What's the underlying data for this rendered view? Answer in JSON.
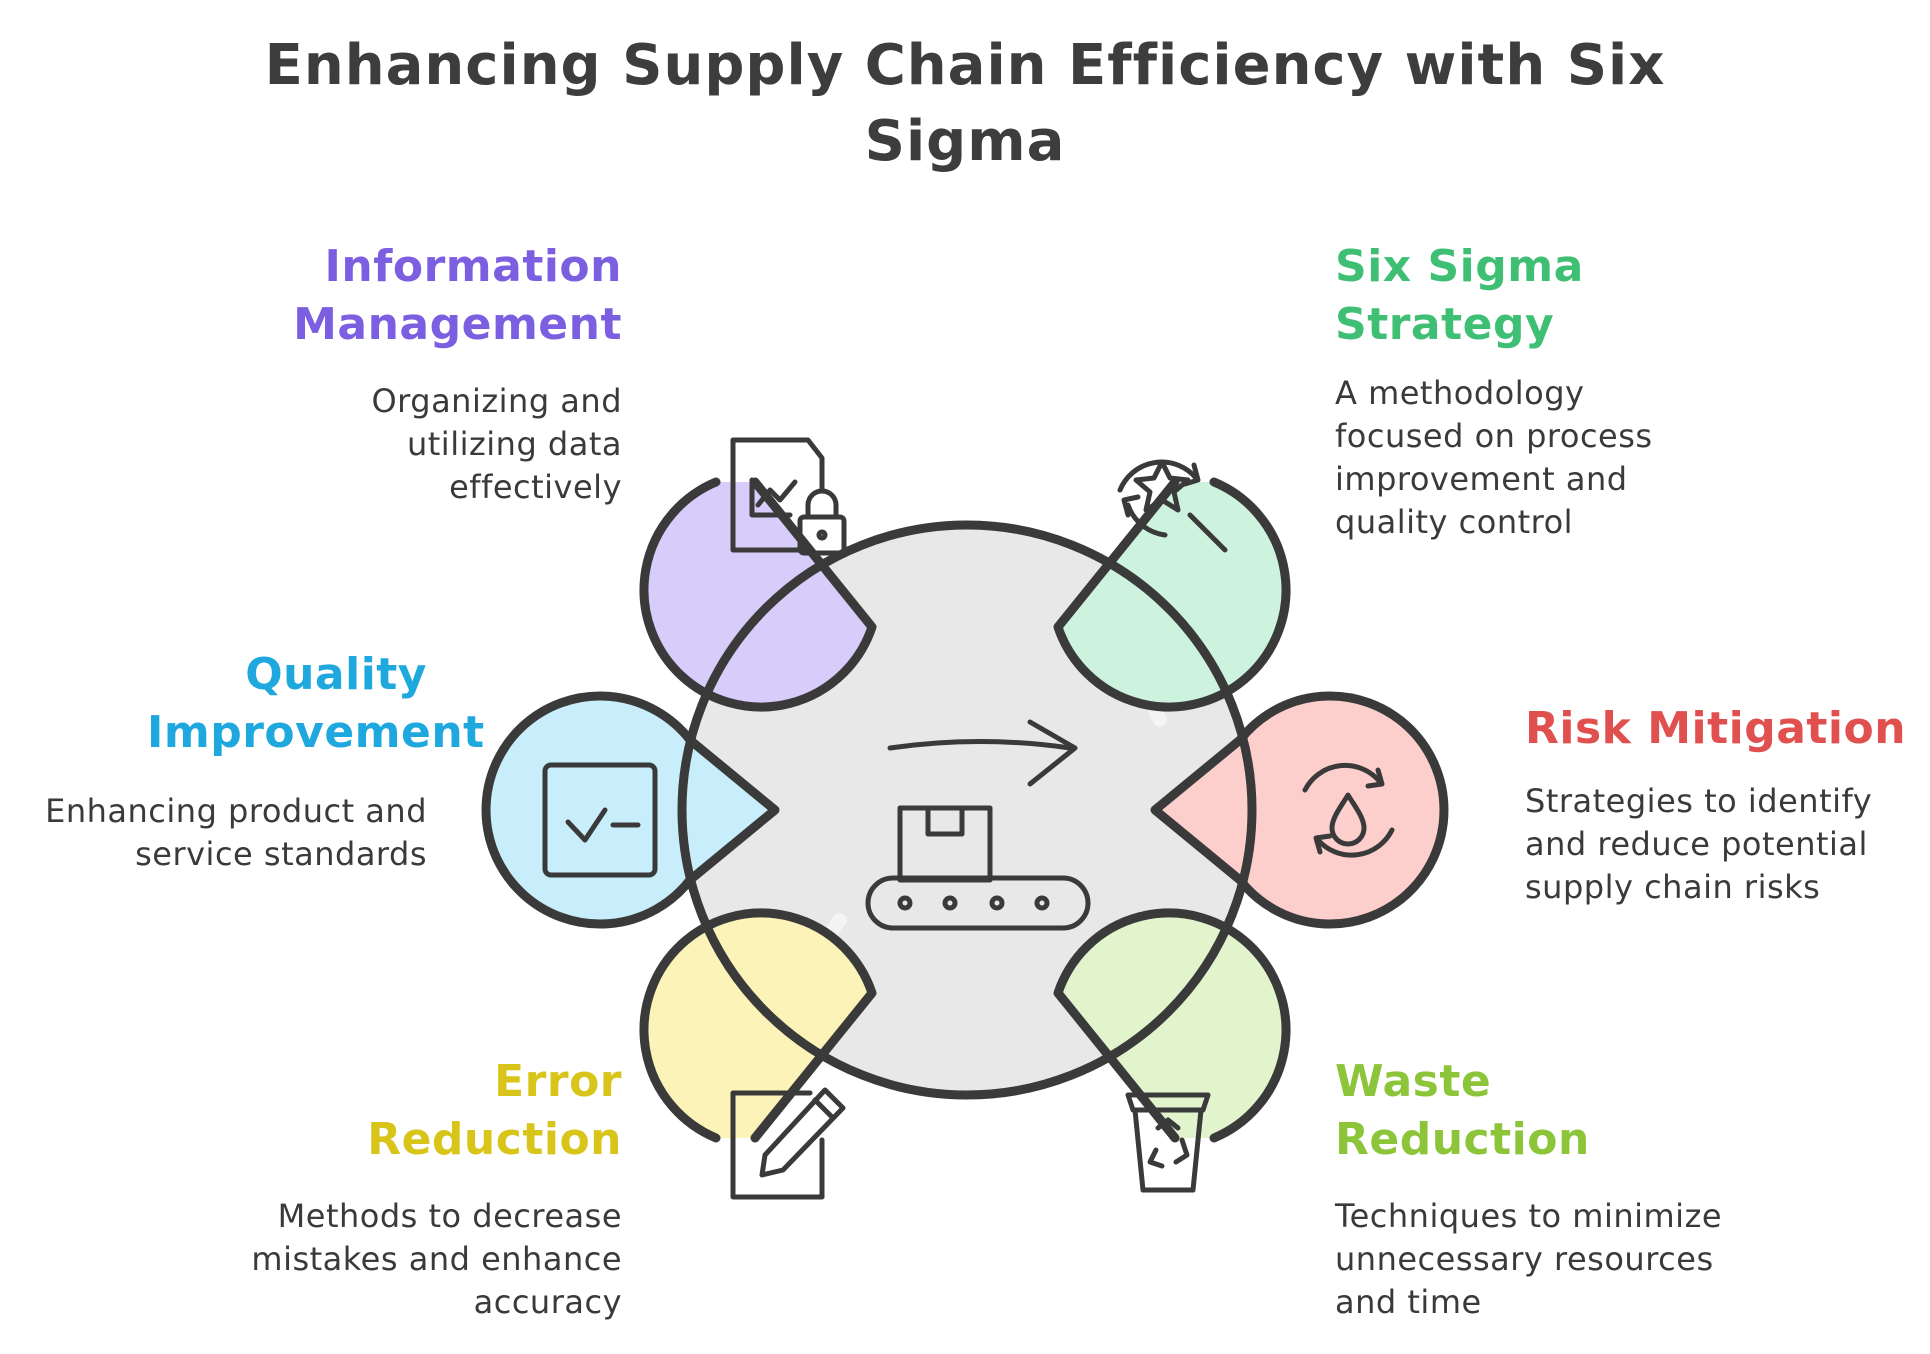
{
  "title": "Enhancing Supply Chain Efficiency with Six Sigma",
  "center": {
    "icon": "conveyor-belt-box-arrow-icon"
  },
  "nodes": [
    {
      "key": "information-management",
      "title": "Information Management",
      "description": "Organizing and utilizing data effectively",
      "color": "#7b5fe0",
      "fill": "#d7ccfa",
      "icon": "chart-document-lock-icon"
    },
    {
      "key": "six-sigma-strategy",
      "title": "Six Sigma Strategy",
      "description": "A methodology focused on process improvement and quality control",
      "color": "#3fbf74",
      "fill": "#cdf3df",
      "icon": "star-search-cycle-icon"
    },
    {
      "key": "quality-improvement",
      "title": "Quality Improvement",
      "description": "Enhancing product and service standards",
      "color": "#1ea8de",
      "fill": "#c9eefb",
      "icon": "checkbox-icon"
    },
    {
      "key": "risk-mitigation",
      "title": "Risk Mitigation",
      "description": "Strategies to identify and reduce potential supply chain risks",
      "color": "#e0504f",
      "fill": "#fccfcd",
      "icon": "water-drop-cycle-icon"
    },
    {
      "key": "error-reduction",
      "title": "Error Reduction",
      "description": "Methods to decrease mistakes and enhance accuracy",
      "color": "#d9c51a",
      "fill": "#fbf3b8",
      "icon": "edit-pencil-icon"
    },
    {
      "key": "waste-reduction",
      "title": "Waste Reduction",
      "description": "Techniques to minimize unnecessary resources and time",
      "color": "#8cc43a",
      "fill": "#e1f4cc",
      "icon": "recycle-bin-icon"
    }
  ]
}
